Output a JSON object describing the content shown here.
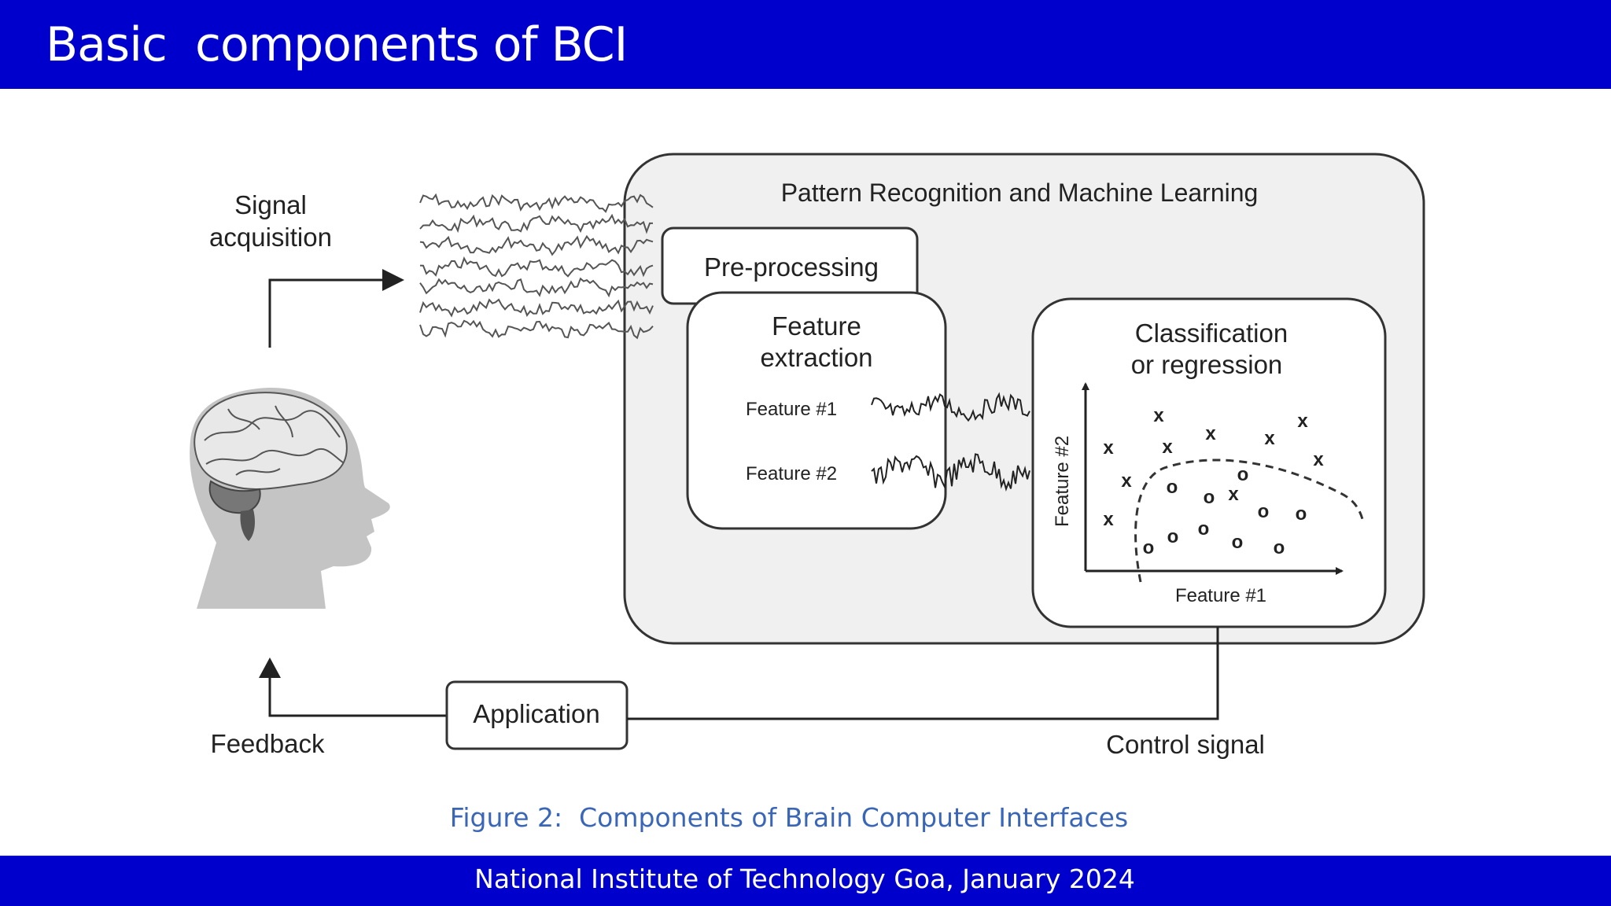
{
  "slide": {
    "title": "Basic  components of BCI",
    "caption": "Figure 2:  Components of Brain Computer Interfaces",
    "footer": "National Institute of Technology Goa, January 2024"
  },
  "diagram": {
    "signal_acquisition": [
      "Signal",
      "acquisition"
    ],
    "pipeline_title": "Pattern Recognition and Machine Learning",
    "preprocessing": "Pre-processing",
    "feature_extraction": [
      "Feature",
      "extraction"
    ],
    "feature_1": "Feature #1",
    "feature_2": "Feature #2",
    "classification": [
      "Classification",
      "or regression"
    ],
    "plot_xlabel": "Feature #1",
    "plot_ylabel": "Feature #2",
    "x_marker": "x",
    "o_marker": "o",
    "application": "Application",
    "feedback": "Feedback",
    "control_signal": "Control signal",
    "colors": {
      "header_blue": "#0000cc",
      "caption_blue": "#3a66b8",
      "panel_fill": "#f0f0f0",
      "head_gray": "#c4c4c4"
    }
  }
}
